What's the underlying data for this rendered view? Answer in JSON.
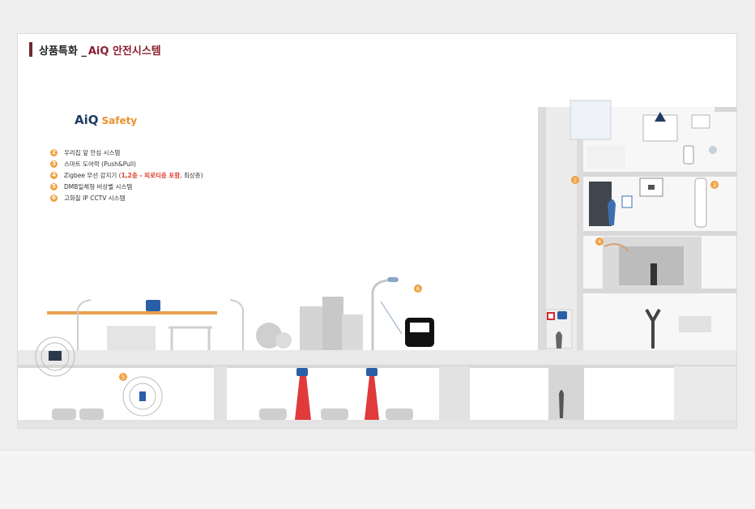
{
  "heading": {
    "prefix": "상품특화 _ ",
    "highlight": "AiQ 안전시스템"
  },
  "logo": {
    "brand": "AiQ",
    "subtitle": "Safety"
  },
  "features": [
    {
      "number": "2",
      "text": "우리집 앞 안심 시스템"
    },
    {
      "number": "3",
      "text": "스마트 도어락 (Push&Pull)"
    },
    {
      "number": "4",
      "text_before": "Zigbee 무선 감지기 (",
      "highlight": "1,2층 - 피로티층 포함",
      "text_after": ", 최상층)"
    },
    {
      "number": "5",
      "text": "DMB일체형 비상벨 시스템"
    },
    {
      "number": "6",
      "text": "고화질 IP CCTV 시스템"
    }
  ],
  "markers": {
    "m2": "2",
    "m3": "3",
    "m4": "4",
    "m5": "5",
    "m6": "6"
  },
  "colors": {
    "accent_bar": "#6f2a32",
    "heading_highlight": "#8a1f2c",
    "marker": "#f0a040",
    "cctv": "#2a5fa8",
    "beam": "#e03a3a",
    "pipe": "#e8a050"
  },
  "icons": [
    "cctv-camera-icon",
    "bus-icon",
    "car-icon",
    "tree-icon",
    "lamp-icon",
    "emergency-bell-icon",
    "door-lock-icon",
    "sensor-icon",
    "monitor-icon",
    "phone-icon",
    "person-icon"
  ]
}
